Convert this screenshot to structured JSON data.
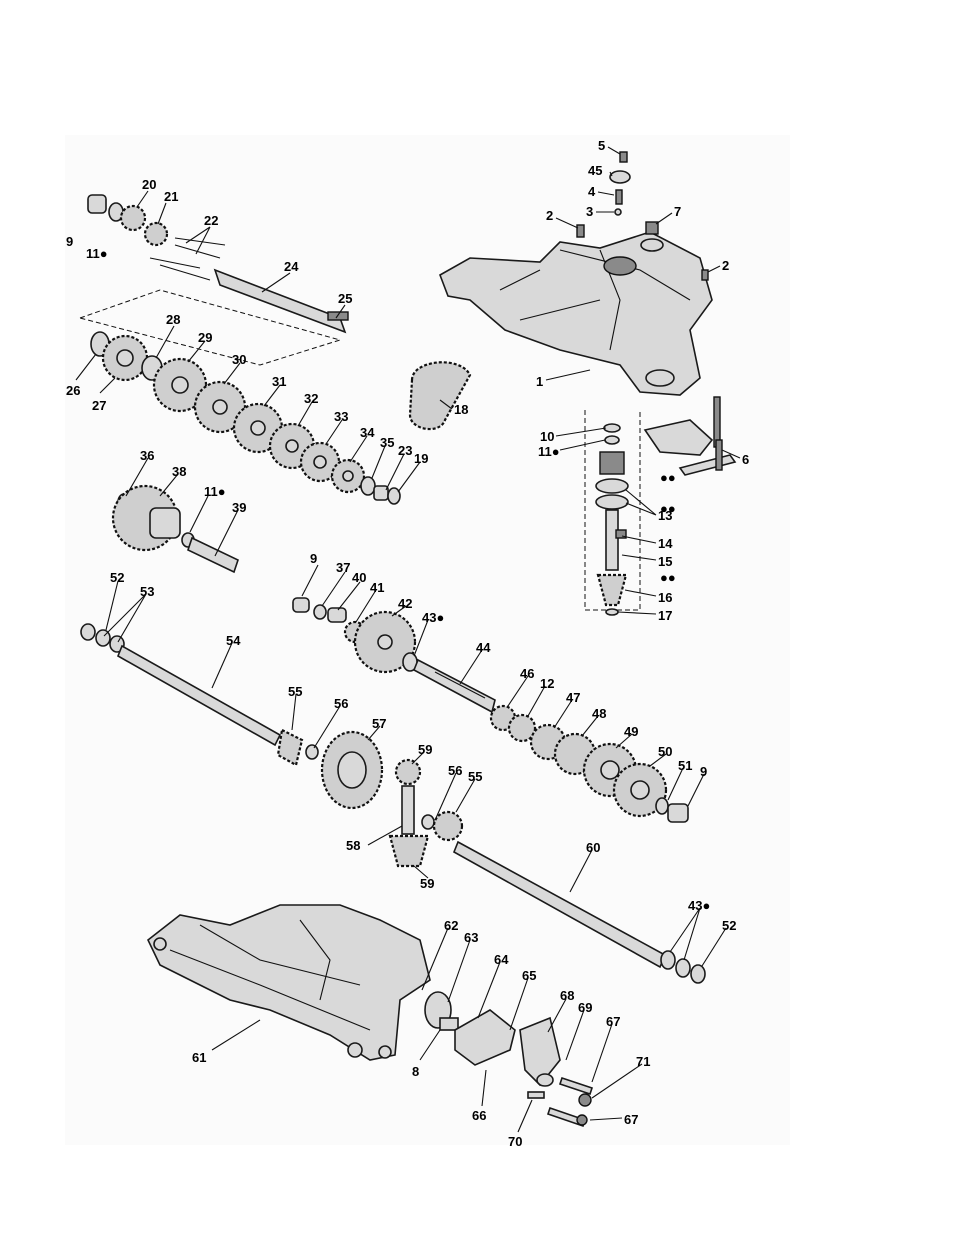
{
  "labels": {
    "l1": "1",
    "l2a": "2",
    "l2b": "2",
    "l3": "3",
    "l4": "4",
    "l5": "5",
    "l6": "6",
    "l7": "7",
    "l8": "8",
    "l9a": "9",
    "l9b": "9",
    "l9c": "9",
    "l10": "10",
    "l11a": "11●",
    "l11b": "11●",
    "l11c": "11●",
    "l12": "12",
    "l13": "13",
    "l14": "14",
    "l15": "15",
    "l16": "16",
    "l17": "17",
    "l18": "18",
    "l19": "19",
    "l20": "20",
    "l21": "21",
    "l22": "22",
    "l23": "23",
    "l24": "24",
    "l25": "25",
    "l26": "26",
    "l27": "27",
    "l28": "28",
    "l29": "29",
    "l30": "30",
    "l31": "31",
    "l32": "32",
    "l33": "33",
    "l34": "34",
    "l35": "35",
    "l36": "36",
    "l37": "37",
    "l38": "38",
    "l39": "39",
    "l40": "40",
    "l41": "41",
    "l42": "42",
    "l43a": "43●",
    "l43b": "43●",
    "l44": "44",
    "l45": "45",
    "l46": "46",
    "l47": "47",
    "l48": "48",
    "l49": "49",
    "l50": "50",
    "l51": "51",
    "l52a": "52",
    "l52b": "52",
    "l53": "53",
    "l54": "54",
    "l55a": "55",
    "l55b": "55",
    "l56a": "56",
    "l56b": "56",
    "l57": "57",
    "l58": "58",
    "l59a": "59",
    "l59b": "59",
    "l60": "60",
    "l61": "61",
    "l62": "62",
    "l63": "63",
    "l64": "64",
    "l65": "65",
    "l66": "66",
    "l67a": "67",
    "l67b": "67",
    "l68": "68",
    "l69": "69",
    "l70": "70",
    "l71": "71",
    "dotA": "●●",
    "dotB": "●●",
    "dotC": "●●"
  }
}
